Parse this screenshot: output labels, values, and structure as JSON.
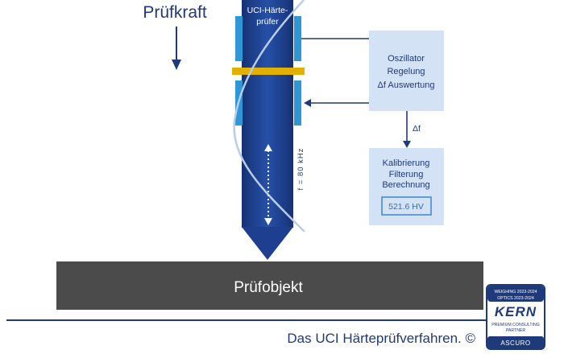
{
  "force_label": "Prüfkraft",
  "probe": {
    "label_line1": "UCI-Härte-",
    "label_line2": "prüfer",
    "frequency": "f = 80 kHz"
  },
  "oscillator_box": {
    "line1": "Oszillator",
    "line2": "Regelung",
    "line3": "Δf Auswertung"
  },
  "delta_f_label": "Δf",
  "calc_box": {
    "line1": "Kalibrierung",
    "line2": "Filterung",
    "line3": "Berechnung",
    "reading": "521.6 HV"
  },
  "test_object_label": "Prüfobjekt",
  "caption": "Das UCI Härteprüfverfahren. ©",
  "badge": {
    "line1": "WEIGHING 2023-2024",
    "line2": "OPTICS 2023-2024",
    "brand": "KERN",
    "line3": "PREMIUM CONSULTING",
    "line4": "PARTNER",
    "name": "ASCURO"
  },
  "colors": {
    "navy": "#1f3a7a",
    "rod_blue": "#1e3f8f",
    "light_blue": "#2f96d8",
    "box_fill": "#d4e2f6",
    "gold": "#e2b100",
    "slab": "#4b4b4b"
  }
}
